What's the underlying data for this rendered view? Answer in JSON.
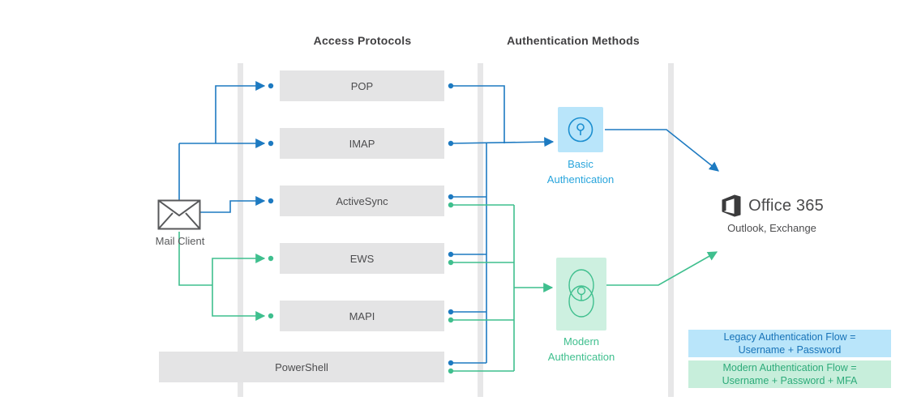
{
  "colors": {
    "legacy_blue": "#1d7ac1",
    "legacy_accent": "#29a5dc",
    "legacy_light": "#b9e5fa",
    "modern_green": "#3fbf8e",
    "modern_light": "#cdf0e0",
    "box_gray": "#e4e4e5",
    "text_dark": "#414042"
  },
  "headers": {
    "access_protocols": "Access Protocols",
    "authentication_methods": "Authentication Methods"
  },
  "mail_client": {
    "label": "Mail Client",
    "icon": "envelope-icon"
  },
  "protocols": [
    "POP",
    "IMAP",
    "ActiveSync",
    "EWS",
    "MAPI",
    "PowerShell"
  ],
  "auth_methods": {
    "basic": {
      "label": "Basic Authentication",
      "icon": "keyhole-circle-icon"
    },
    "modern": {
      "label": "Modern Authentication",
      "icon": "keyhole-overlap-icon"
    }
  },
  "office": {
    "title": "Office 365",
    "subtitle": "Outlook, Exchange",
    "icon": "office-365-logo"
  },
  "legend": {
    "legacy": {
      "line1": "Legacy Authentication Flow =",
      "line2": "Username + Password"
    },
    "modern": {
      "line1": "Modern Authentication Flow =",
      "line2": "Username + Password + MFA"
    }
  }
}
